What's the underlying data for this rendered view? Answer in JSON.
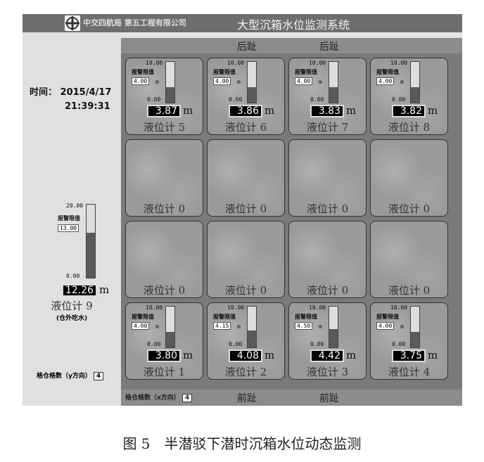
{
  "header": {
    "company": "中交四航局 第五工程有限公司",
    "title": "大型沉箱水位监测系统"
  },
  "left": {
    "time_label": "时间：",
    "date": "2015/4/17",
    "clock": "21:39:31",
    "gauge9": {
      "max": "20.00",
      "min": "0.00",
      "alarm_label": "报警限值",
      "limit": "13.00",
      "value": "12.26",
      "unit": "m",
      "fill_fraction": 0.613,
      "name": "液位计 9",
      "note": "(仓外吃水)"
    },
    "y_count_label": "格仓格数（y方向）",
    "y_count": "4"
  },
  "top_strip": {
    "left": "后趾",
    "right": "后趾"
  },
  "bottom_strip": {
    "x_count_label": "格仓格数（x方向）",
    "x_count": "4",
    "left": "前趾",
    "right": "前趾"
  },
  "tiles": [
    {
      "name": "液位计 5",
      "limit": "4.00",
      "value": "3.87",
      "fill": 0.387
    },
    {
      "name": "液位计 6",
      "limit": "4.00",
      "value": "3.86",
      "fill": 0.386
    },
    {
      "name": "液位计 7",
      "limit": "4.00",
      "value": "3.83",
      "fill": 0.383
    },
    {
      "name": "液位计 8",
      "limit": "4.00",
      "value": "3.82",
      "fill": 0.382
    },
    {
      "name": "液位计 0"
    },
    {
      "name": "液位计 0"
    },
    {
      "name": "液位计 0"
    },
    {
      "name": "液位计 0"
    },
    {
      "name": "液位计 0"
    },
    {
      "name": "液位计 0"
    },
    {
      "name": "液位计 0"
    },
    {
      "name": "液位计 0"
    },
    {
      "name": "液位计 1",
      "limit": "4.00",
      "value": "3.80",
      "fill": 0.38
    },
    {
      "name": "液位计 2",
      "limit": "4.15",
      "value": "4.08",
      "fill": 0.408
    },
    {
      "name": "液位计 3",
      "limit": "4.50",
      "value": "4.42",
      "fill": 0.442
    },
    {
      "name": "液位计 4",
      "limit": "4.00",
      "value": "3.75",
      "fill": 0.375
    }
  ],
  "gauge_common": {
    "max": "10.00",
    "min": "0.00",
    "alarm_label": "报警限值",
    "unit": "m",
    "limit_unit": "m"
  },
  "caption": "图 5　半潜驳下潜时沉箱水位动态监测"
}
